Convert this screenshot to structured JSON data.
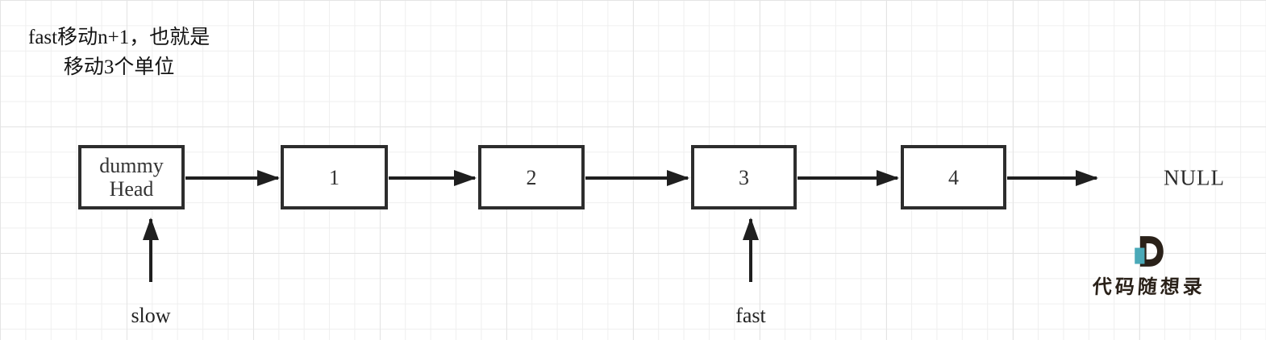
{
  "annotation": {
    "line1": "fast移动n+1，也就是",
    "line2": "移动3个单位"
  },
  "linked_list": {
    "nodes": [
      {
        "label": "dummy\nHead"
      },
      {
        "label": "1"
      },
      {
        "label": "2"
      },
      {
        "label": "3"
      },
      {
        "label": "4"
      }
    ],
    "terminator": "NULL"
  },
  "pointers": {
    "slow_label": "slow",
    "fast_label": "fast"
  },
  "branding": {
    "text": "代码随想录"
  },
  "style": {
    "arrow_color": "#1f1f1f",
    "box_border_color": "#2d2d2d",
    "grid_line_color": "#efefef",
    "logo_dark_color": "#2a2119",
    "logo_teal_color": "#4aa9b8"
  }
}
